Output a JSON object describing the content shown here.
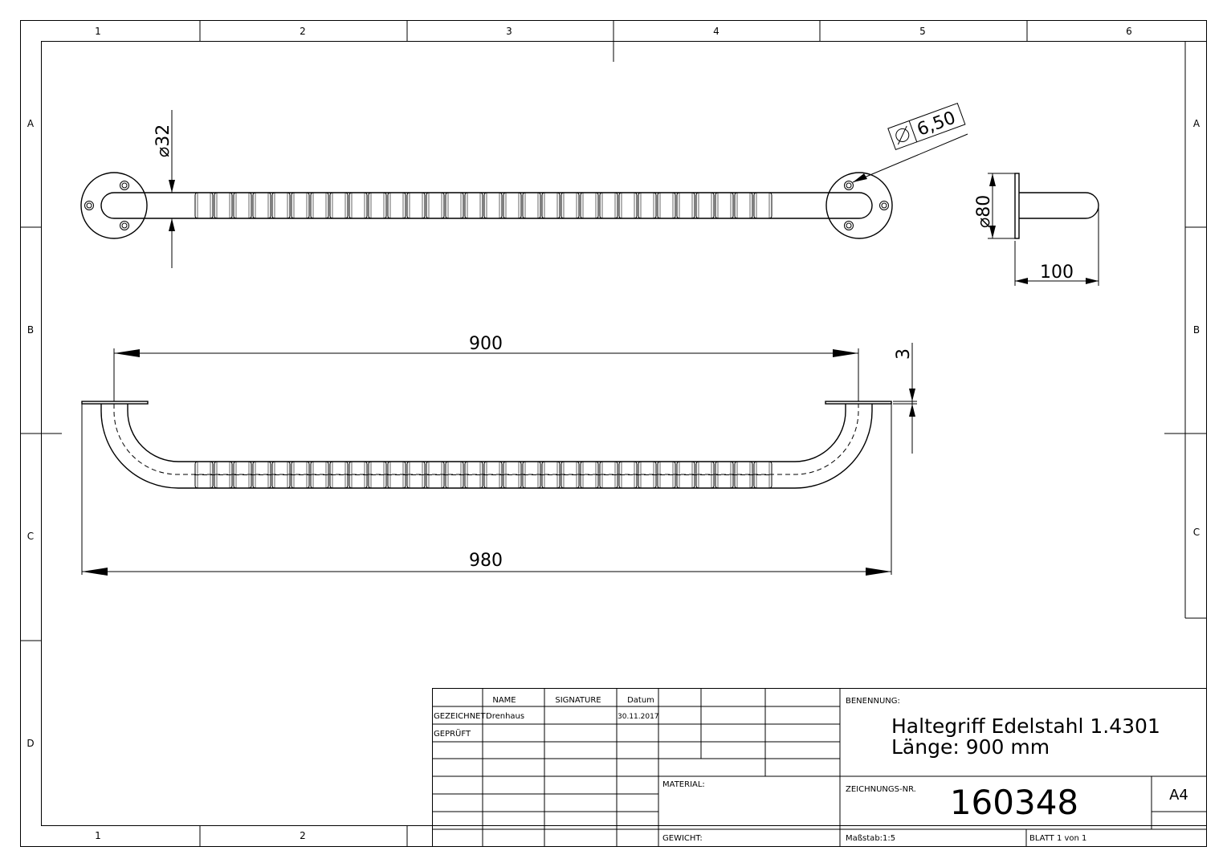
{
  "frame": {
    "zone_columns": [
      "1",
      "2",
      "3",
      "4",
      "5",
      "6"
    ],
    "zone_rows": [
      "A",
      "B",
      "C",
      "D"
    ],
    "bottom_columns": [
      "1",
      "2"
    ]
  },
  "dimensions": {
    "tube_diameter": "32",
    "hole_diameter": "6,50",
    "flange_diameter": "80",
    "projection": "100",
    "inner_length": "900",
    "plate_thickness": "3",
    "overall_length": "980"
  },
  "title_block": {
    "headers": {
      "name": "NAME",
      "signature": "SIGNATURE",
      "date": "Datum"
    },
    "rows": [
      {
        "role": "GEZEICHNET",
        "name": "Drenhaus",
        "date": "30.11.2017"
      },
      {
        "role": "GEPRÜFT",
        "name": "",
        "date": ""
      }
    ],
    "benennung_label": "BENENNUNG:",
    "title_line1": "Haltegriff Edelstahl 1.4301",
    "title_line2": "Länge: 900 mm",
    "material_label": "MATERIAL:",
    "drawing_no_label": "ZEICHNUNGS-NR.",
    "drawing_no": "160348",
    "format": "A4",
    "weight_label": "GEWICHT:",
    "scale": "Maßstab:1:5",
    "sheet": "BLATT 1 von 1"
  }
}
